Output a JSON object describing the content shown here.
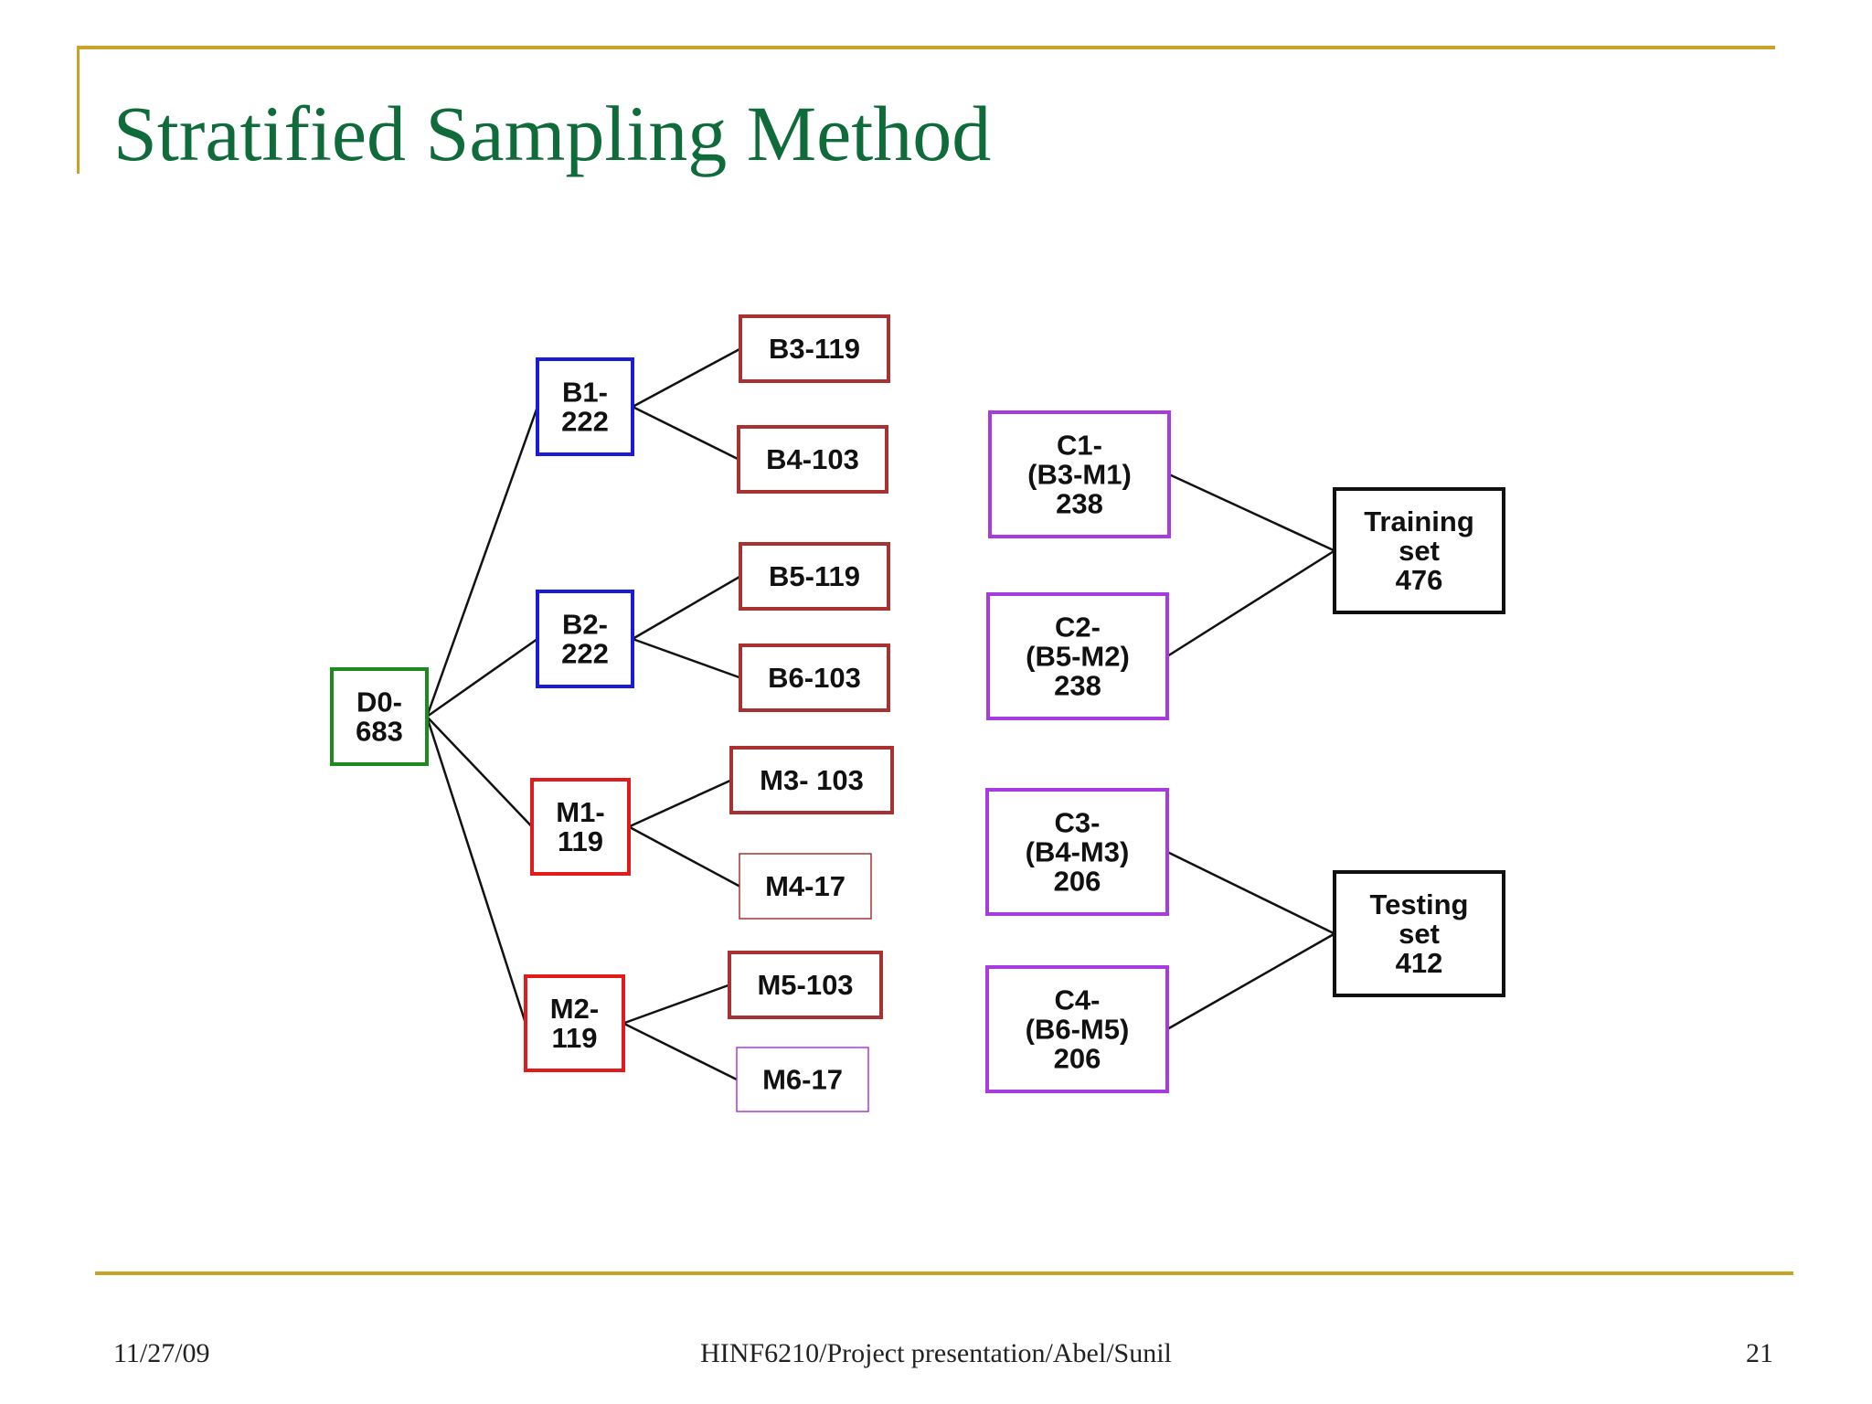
{
  "slide": {
    "title": "Stratified Sampling Method",
    "footer": {
      "date": "11/27/09",
      "center": "HINF6210/Project presentation/Abel/Sunil",
      "page": "21"
    }
  },
  "colors": {
    "title": "#0f6b3a",
    "rule": "#c9a227",
    "green": "#1e8a1e",
    "blue": "#1a1adb",
    "red": "#e01b1b",
    "darkred": "#a83232",
    "purple": "#a63be0",
    "black": "#111111"
  },
  "diagram": {
    "nodes": [
      {
        "id": "D0",
        "lines": [
          "D0-",
          "683"
        ],
        "color": "green"
      },
      {
        "id": "B1",
        "lines": [
          "B1-",
          "222"
        ],
        "color": "blue"
      },
      {
        "id": "B2",
        "lines": [
          "B2-",
          "222"
        ],
        "color": "blue"
      },
      {
        "id": "M1",
        "lines": [
          "M1-",
          "119"
        ],
        "color": "red"
      },
      {
        "id": "M2",
        "lines": [
          "M2-",
          "119"
        ],
        "color": "red"
      },
      {
        "id": "B3",
        "lines": [
          "B3-119"
        ],
        "color": "darkred"
      },
      {
        "id": "B4",
        "lines": [
          "B4-103"
        ],
        "color": "darkred"
      },
      {
        "id": "B5",
        "lines": [
          "B5-119"
        ],
        "color": "darkred"
      },
      {
        "id": "B6",
        "lines": [
          "B6-103"
        ],
        "color": "darkred"
      },
      {
        "id": "M3",
        "lines": [
          "M3- 103"
        ],
        "color": "darkred"
      },
      {
        "id": "M4",
        "lines": [
          "M4-17"
        ],
        "color": "darkred"
      },
      {
        "id": "M5",
        "lines": [
          "M5-103"
        ],
        "color": "darkred"
      },
      {
        "id": "M6",
        "lines": [
          "M6-17"
        ],
        "color": "purple"
      },
      {
        "id": "C1",
        "lines": [
          "C1-",
          "(B3-M1)",
          "238"
        ],
        "color": "purple"
      },
      {
        "id": "C2",
        "lines": [
          "C2-",
          "(B5-M2)",
          "238"
        ],
        "color": "purple"
      },
      {
        "id": "C3",
        "lines": [
          "C3-",
          "(B4-M3)",
          "206"
        ],
        "color": "purple"
      },
      {
        "id": "C4",
        "lines": [
          "C4-",
          "(B6-M5)",
          "206"
        ],
        "color": "purple"
      },
      {
        "id": "TR",
        "lines": [
          "Training",
          "set",
          "476"
        ],
        "color": "black"
      },
      {
        "id": "TE",
        "lines": [
          "Testing",
          "set",
          "412"
        ],
        "color": "black"
      }
    ],
    "edges": [
      [
        "D0",
        "B1"
      ],
      [
        "D0",
        "B2"
      ],
      [
        "D0",
        "M1"
      ],
      [
        "D0",
        "M2"
      ],
      [
        "B1",
        "B3"
      ],
      [
        "B1",
        "B4"
      ],
      [
        "B2",
        "B5"
      ],
      [
        "B2",
        "B6"
      ],
      [
        "M1",
        "M3"
      ],
      [
        "M1",
        "M4"
      ],
      [
        "M2",
        "M5"
      ],
      [
        "M2",
        "M6"
      ],
      [
        "C1",
        "TR"
      ],
      [
        "C2",
        "TR"
      ],
      [
        "C3",
        "TE"
      ],
      [
        "C4",
        "TE"
      ]
    ]
  }
}
